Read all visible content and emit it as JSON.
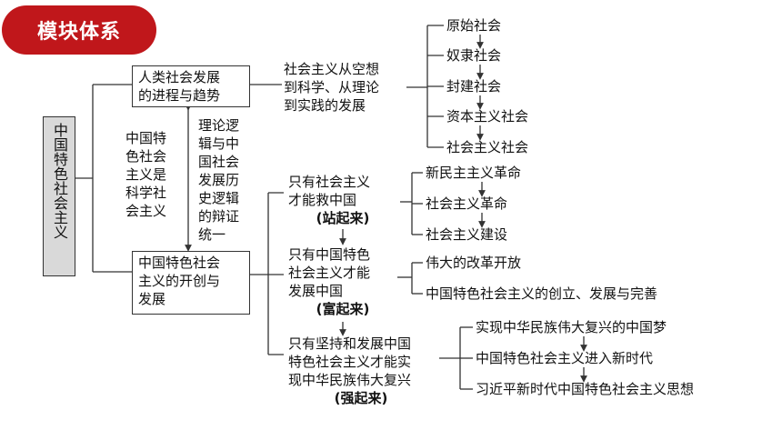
{
  "badge": "模块体系",
  "root": "中国特色社会主义",
  "branch1": {
    "title_lines": [
      "人类社会发展",
      "的进程与趋势"
    ],
    "sub_lines": [
      "社会主义从空想",
      "到科学、从理论",
      "到实践的发展"
    ],
    "stages": [
      "原始社会",
      "奴隶社会",
      "封建社会",
      "资本主义社会",
      "社会主义社会"
    ]
  },
  "middle_left_lines": [
    "中国特",
    "色社会",
    "主义是",
    "科学社",
    "会主义"
  ],
  "middle_right_lines": [
    "理论逻",
    "辑与中",
    "国社会",
    "发展历",
    "史逻辑",
    "的辩证",
    "统一"
  ],
  "branch2": {
    "title_lines": [
      "中国特色社会",
      "主义的开创与",
      "发展"
    ],
    "groups": [
      {
        "lines": [
          "只有社会主义",
          "才能救中国"
        ],
        "tag": "(站起来)",
        "items": [
          "新民主主义革命",
          "社会主义革命",
          "社会主义建设"
        ]
      },
      {
        "lines": [
          "只有中国特色",
          "社会主义才能",
          "发展中国"
        ],
        "tag": "(富起来)",
        "items": [
          "伟大的改革开放",
          "中国特色社会主义的创立、发展与完善"
        ]
      },
      {
        "lines": [
          "只有坚持和发展中国",
          "特色社会主义才能实",
          "现中华民族伟大复兴"
        ],
        "tag": "(强起来)",
        "items": [
          "实现中华民族伟大复兴的中国梦",
          "中国特色社会主义进入新时代",
          "习近平新时代中国特色社会主义思想"
        ]
      }
    ]
  }
}
